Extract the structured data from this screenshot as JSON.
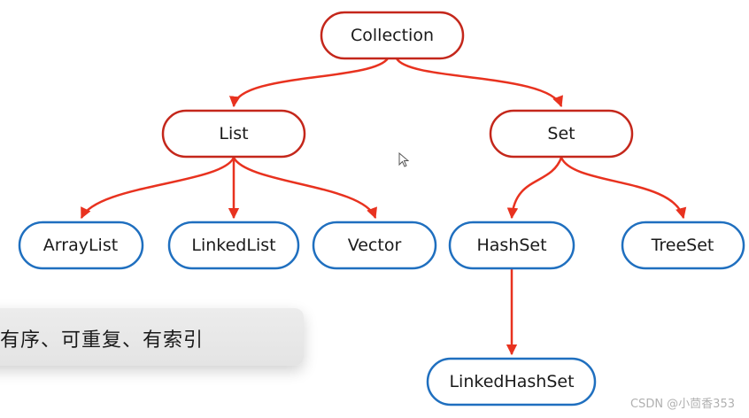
{
  "diagram": {
    "nodes": {
      "collection": "Collection",
      "list": "List",
      "set": "Set",
      "arraylist": "ArrayList",
      "linkedlist": "LinkedList",
      "vector": "Vector",
      "hashset": "HashSet",
      "treeset": "TreeSet",
      "linkedhashset": "LinkedHashSet"
    }
  },
  "colors": {
    "edge": "#e8321f",
    "interface_border": "#c4271b",
    "class_border": "#1f6fbf"
  },
  "callout": {
    "text": "有序、可重复、有索引"
  },
  "watermark": "CSDN @小茴香353",
  "icons": {
    "cursor": "mouse-pointer-icon"
  }
}
